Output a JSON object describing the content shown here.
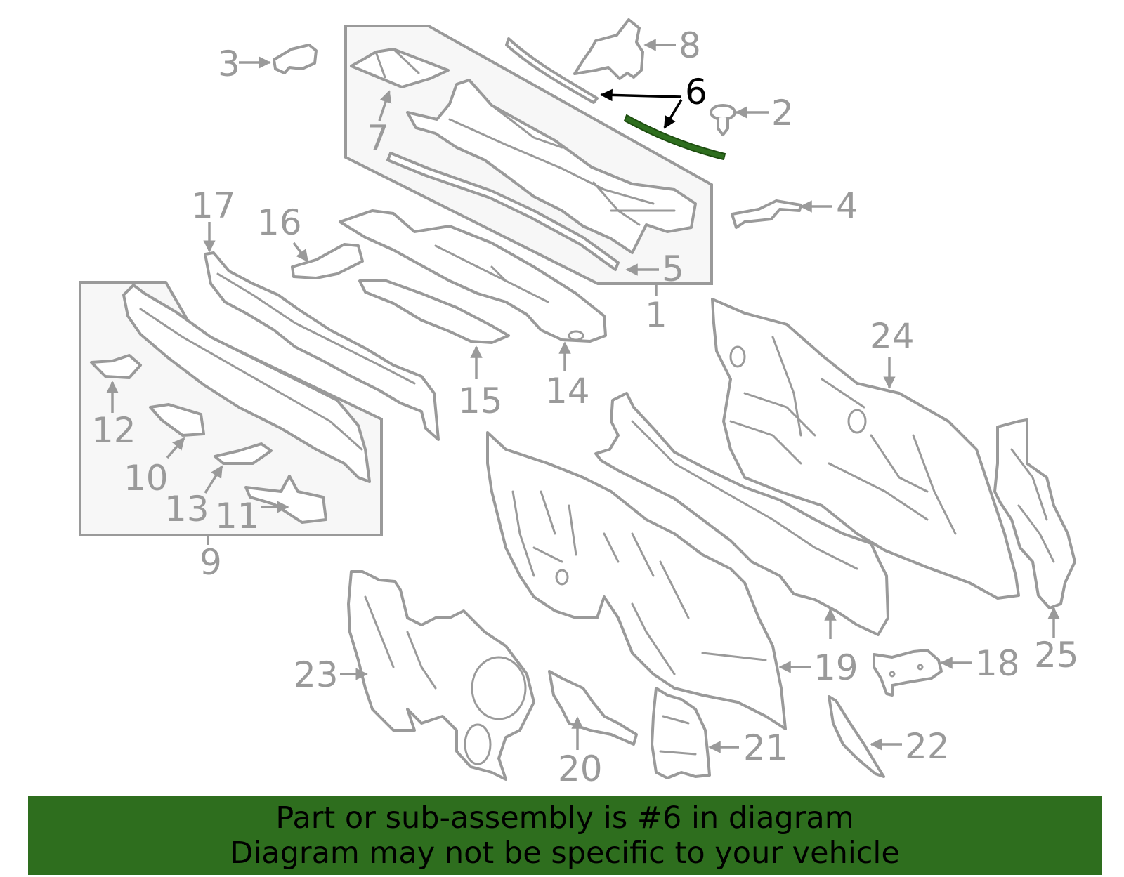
{
  "diagram": {
    "highlight_color": "#2e6e1e",
    "line_color": "#9a9a9a",
    "callouts": [
      {
        "id": "c1",
        "label": "1"
      },
      {
        "id": "c2",
        "label": "2"
      },
      {
        "id": "c3",
        "label": "3"
      },
      {
        "id": "c4",
        "label": "4"
      },
      {
        "id": "c5",
        "label": "5"
      },
      {
        "id": "c6",
        "label": "6",
        "highlighted": true
      },
      {
        "id": "c7",
        "label": "7"
      },
      {
        "id": "c8",
        "label": "8"
      },
      {
        "id": "c9",
        "label": "9"
      },
      {
        "id": "c10",
        "label": "10"
      },
      {
        "id": "c11",
        "label": "11"
      },
      {
        "id": "c12",
        "label": "12"
      },
      {
        "id": "c13",
        "label": "13"
      },
      {
        "id": "c14",
        "label": "14"
      },
      {
        "id": "c15",
        "label": "15"
      },
      {
        "id": "c16",
        "label": "16"
      },
      {
        "id": "c17",
        "label": "17"
      },
      {
        "id": "c18",
        "label": "18"
      },
      {
        "id": "c19",
        "label": "19"
      },
      {
        "id": "c20",
        "label": "20"
      },
      {
        "id": "c21",
        "label": "21"
      },
      {
        "id": "c22",
        "label": "22"
      },
      {
        "id": "c23",
        "label": "23"
      },
      {
        "id": "c24",
        "label": "24"
      },
      {
        "id": "c25",
        "label": "25"
      }
    ]
  },
  "banner": {
    "background": "#2e6e1e",
    "line1": "Part or sub-assembly is #6 in diagram",
    "line2": "Diagram may not be specific to your vehicle"
  }
}
